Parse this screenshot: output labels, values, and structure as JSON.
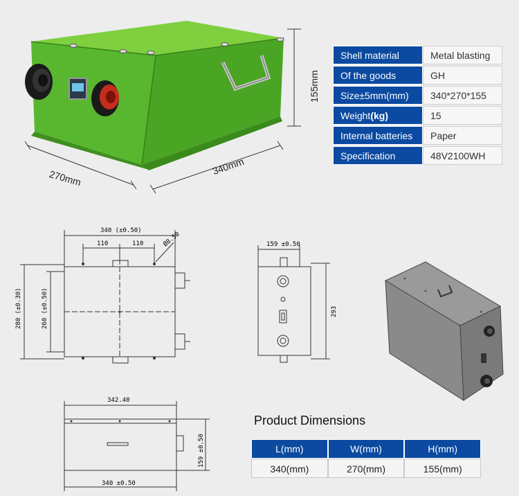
{
  "top_dims": {
    "length": "340mm",
    "width": "270mm",
    "height": "155mm"
  },
  "spec": [
    {
      "key": "Shell material",
      "value": "Metal blasting"
    },
    {
      "key": "Of the goods",
      "value": "GH"
    },
    {
      "key": "Size±5mm(mm)",
      "value": "340*270*155"
    },
    {
      "key_plain": "Weight",
      "key_bold": "(kg)",
      "value": "15"
    },
    {
      "key": "Internal batteries",
      "value": "Paper"
    },
    {
      "key": "Specification",
      "value": "48V2100WH"
    }
  ],
  "drawing": {
    "top_width": "340 (±0.50)",
    "hole_a": "110",
    "hole_b": "110",
    "hole_dia": "Ø8.50",
    "outer_height": "280 (±0.30)",
    "inner_height": "260 (±0.50)",
    "side_width": "159 ±0.50",
    "side_height": "293",
    "front_width": "342.40",
    "front_height": "159 ±0.50",
    "front_bottom": "340 ±0.50"
  },
  "product_dimensions": {
    "title": "Product Dimensions",
    "headers": [
      "L(mm)",
      "W(mm)",
      "H(mm)"
    ],
    "values": [
      "340(mm)",
      "270(mm)",
      "155(mm)"
    ]
  }
}
